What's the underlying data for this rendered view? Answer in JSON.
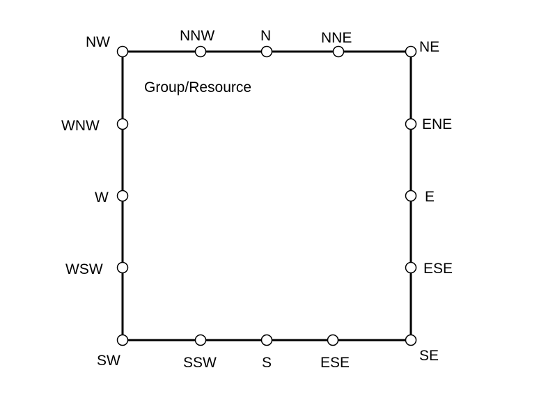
{
  "box": {
    "title": "Group/Resource"
  },
  "anchors": [
    {
      "id": "nw",
      "label": "NW"
    },
    {
      "id": "nnw",
      "label": "NNW"
    },
    {
      "id": "n",
      "label": "N"
    },
    {
      "id": "nne",
      "label": "NNE"
    },
    {
      "id": "ne",
      "label": "NE"
    },
    {
      "id": "wnw",
      "label": "WNW"
    },
    {
      "id": "ene",
      "label": "ENE"
    },
    {
      "id": "w",
      "label": "W"
    },
    {
      "id": "e",
      "label": "E"
    },
    {
      "id": "wsw",
      "label": "WSW"
    },
    {
      "id": "ese",
      "label": "ESE"
    },
    {
      "id": "sw",
      "label": "SW"
    },
    {
      "id": "ssw",
      "label": "SSW"
    },
    {
      "id": "s",
      "label": "S"
    },
    {
      "id": "sse",
      "label": "ESE"
    },
    {
      "id": "se",
      "label": "SE"
    }
  ]
}
